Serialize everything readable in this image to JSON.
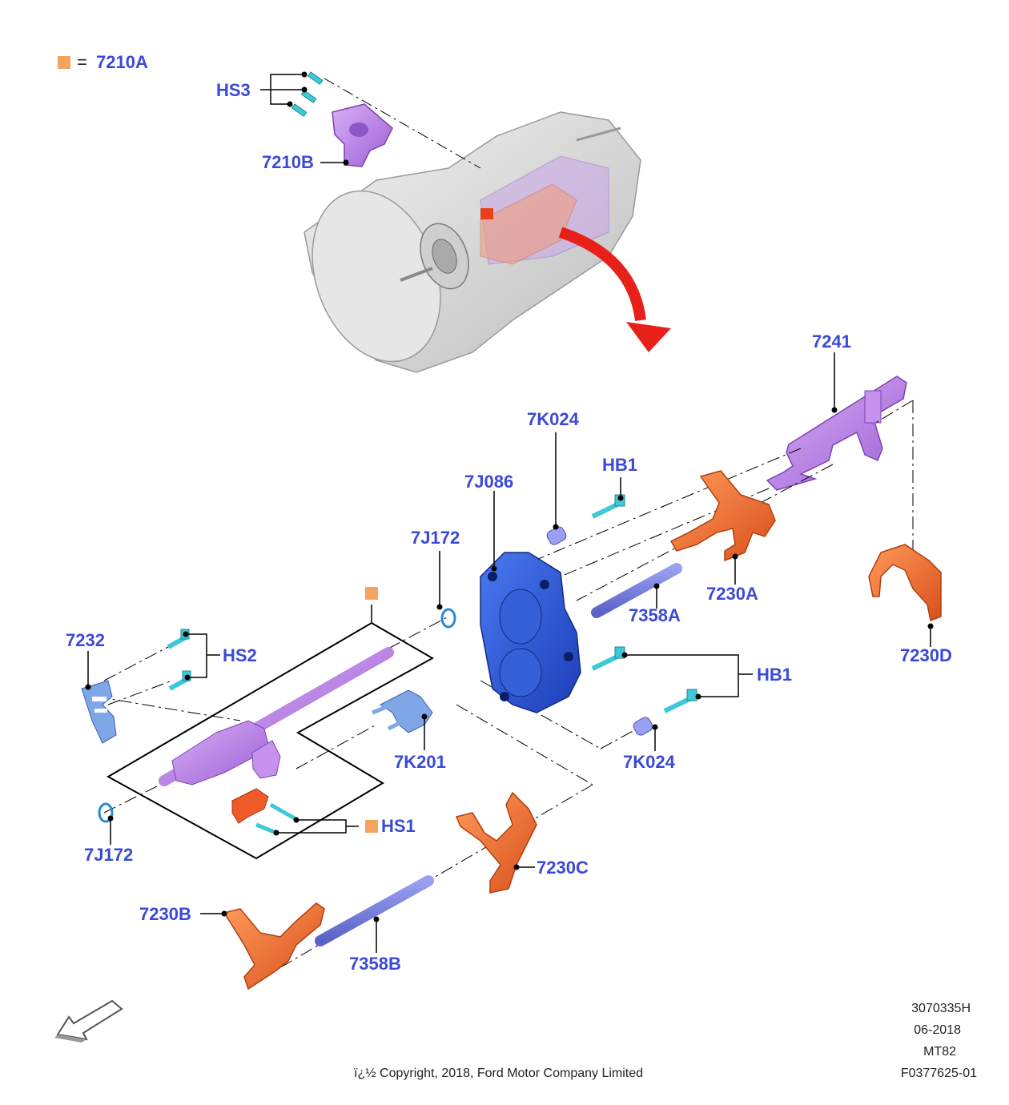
{
  "legend": {
    "symbol_color": "#f4a460",
    "equals": "=",
    "part": "7210A"
  },
  "labels": {
    "hs3": "HS3",
    "p7210b": "7210B",
    "p7241": "7241",
    "p7k024_top": "7K024",
    "hb1_top": "HB1",
    "p7j086": "7J086",
    "p7j172_top": "7J172",
    "p7230a": "7230A",
    "p7358a": "7358A",
    "p7230d": "7230D",
    "p7232": "7232",
    "hs2": "HS2",
    "hb1_right": "HB1",
    "p7k201": "7K201",
    "p7k024_bottom": "7K024",
    "hs1": "HS1",
    "p7j172_bottom": "7J172",
    "p7230c": "7230C",
    "p7230b": "7230B",
    "p7358b": "7358B"
  },
  "meta": {
    "line1": "3070335H",
    "line2": "06-2018",
    "line3": "MT82",
    "line4": "F0377625-01",
    "copyright": "ï¿½ Copyright, 2018, Ford Motor Company Limited"
  },
  "colors": {
    "label": "#3b4ad6",
    "purple": "#b57be8",
    "orange": "#f07a3a",
    "blue_plate": "#2d56d6",
    "light_blue": "#7fa6e6",
    "cyan": "#3ec8d8",
    "red_arrow": "#e8201a",
    "housing": "#d8d8d8"
  }
}
